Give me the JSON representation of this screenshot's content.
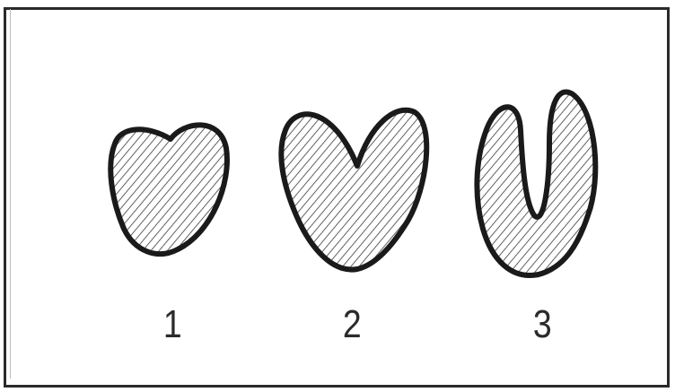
{
  "figure": {
    "stages": [
      {
        "label": "1",
        "shape": "small-heart-hatched"
      },
      {
        "label": "2",
        "shape": "heart-hatched"
      },
      {
        "label": "3",
        "shape": "u-shape-hatched"
      }
    ],
    "colors": {
      "outline": "#1a1a1a",
      "hatch": "#3a3a3a",
      "background": "#ffffff"
    }
  }
}
